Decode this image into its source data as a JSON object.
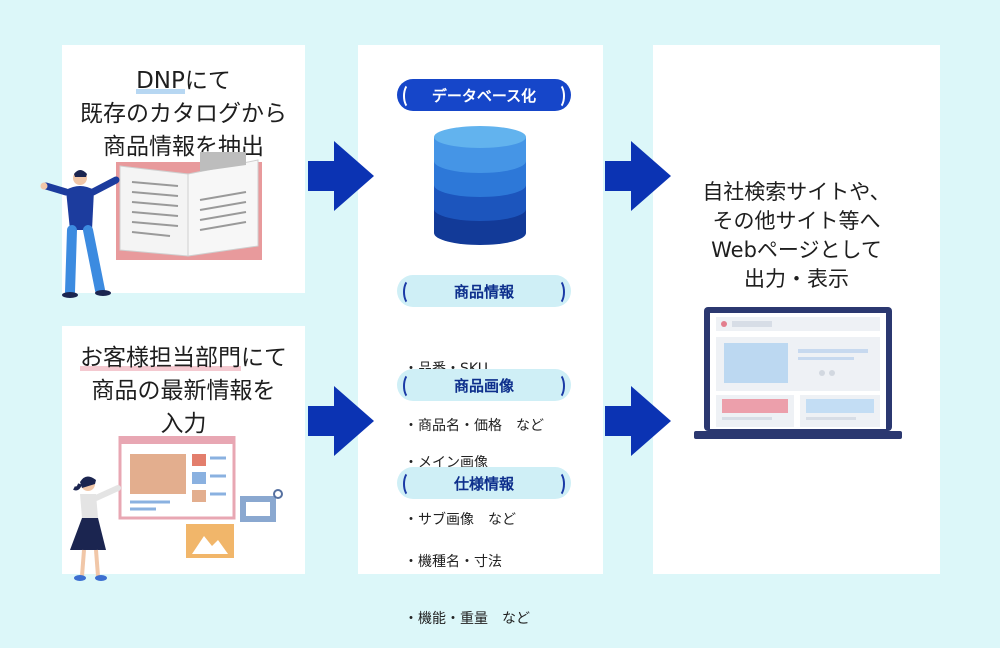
{
  "left_top": {
    "line1_a": "DNP",
    "line1_b": "にて",
    "line2": "既存のカタログから",
    "line3": "商品情報を抽出"
  },
  "left_bottom": {
    "line1_a": "お客様担当部門",
    "line1_b": "にて",
    "line2": "商品の最新情報を",
    "line3": "入力"
  },
  "center": {
    "db_label": "データベース化",
    "sections": [
      {
        "label": "商品情報",
        "items": [
          "・品番・SKU",
          "・商品名・価格　など"
        ]
      },
      {
        "label": "商品画像",
        "items": [
          "・メイン画像",
          "・サブ画像　など"
        ]
      },
      {
        "label": "仕様情報",
        "items": [
          "・機種名・寸法",
          "・機能・重量　など"
        ]
      }
    ]
  },
  "right": {
    "line1": "自社検索サイトや、",
    "line2": "その他サイト等へ",
    "line3": "Webページとして",
    "line4": "出力・表示"
  },
  "colors": {
    "background": "#dcf7f9",
    "arrow": "#0b33b3",
    "db_top": "#62b3ee",
    "db_dark": "#123a98"
  }
}
